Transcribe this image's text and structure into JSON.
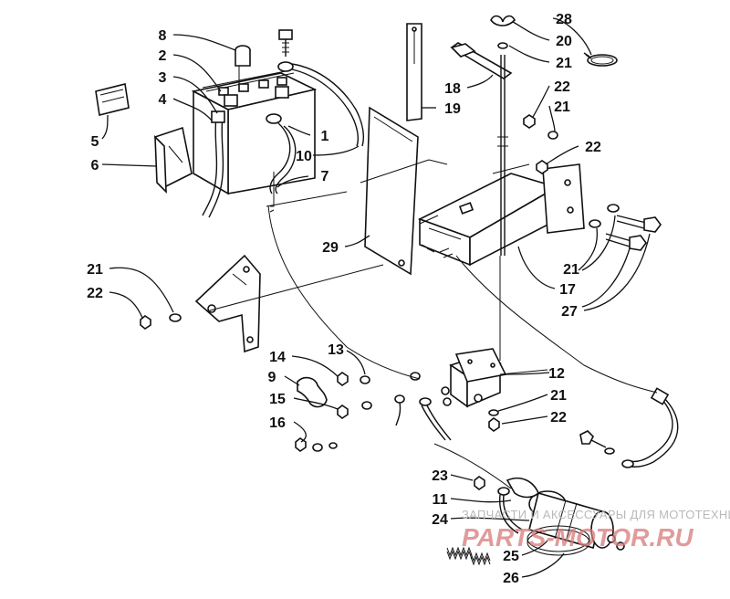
{
  "callouts": [
    {
      "id": "c8",
      "text": "8"
    },
    {
      "id": "c2",
      "text": "2"
    },
    {
      "id": "c3",
      "text": "3"
    },
    {
      "id": "c4",
      "text": "4"
    },
    {
      "id": "c5",
      "text": "5"
    },
    {
      "id": "c6",
      "text": "6"
    },
    {
      "id": "c1",
      "text": "1"
    },
    {
      "id": "c10",
      "text": "10"
    },
    {
      "id": "c7",
      "text": "7"
    },
    {
      "id": "c29",
      "text": "29"
    },
    {
      "id": "c19",
      "text": "19"
    },
    {
      "id": "c18",
      "text": "18"
    },
    {
      "id": "c28",
      "text": "28"
    },
    {
      "id": "c20",
      "text": "20"
    },
    {
      "id": "c21a",
      "text": "21"
    },
    {
      "id": "c22a",
      "text": "22"
    },
    {
      "id": "c21b",
      "text": "21"
    },
    {
      "id": "c22b",
      "text": "22"
    },
    {
      "id": "c21c",
      "text": "21"
    },
    {
      "id": "c17",
      "text": "17"
    },
    {
      "id": "c27",
      "text": "27"
    },
    {
      "id": "c21d",
      "text": "21"
    },
    {
      "id": "c22d",
      "text": "22"
    },
    {
      "id": "c14",
      "text": "14"
    },
    {
      "id": "c13",
      "text": "13"
    },
    {
      "id": "c9",
      "text": "9"
    },
    {
      "id": "c15",
      "text": "15"
    },
    {
      "id": "c16",
      "text": "16"
    },
    {
      "id": "c12",
      "text": "12"
    },
    {
      "id": "c21e",
      "text": "21"
    },
    {
      "id": "c22e",
      "text": "22"
    },
    {
      "id": "c23",
      "text": "23"
    },
    {
      "id": "c11",
      "text": "11"
    },
    {
      "id": "c24",
      "text": "24"
    },
    {
      "id": "c25",
      "text": "25"
    },
    {
      "id": "c26",
      "text": "26"
    }
  ],
  "watermark": {
    "caption": "ЗАПЧАСТИ И АКСЕССУАРЫ ДЛЯ МОТОТЕХНИКИ",
    "brand": "PARTS-MOTOR.RU"
  },
  "colors": {
    "line": "#111111",
    "background": "#ffffff",
    "watermark_text": "#b9b9b9",
    "watermark_brand": "#d87a7a"
  }
}
